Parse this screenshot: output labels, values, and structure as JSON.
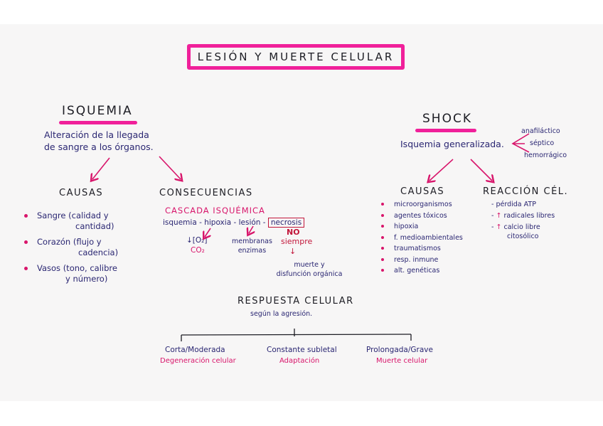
{
  "title": "LESIÓN Y MUERTE CELULAR",
  "colors": {
    "highlight": "#f0209a",
    "ink_blue": "#2a2672",
    "ink_pink": "#d8156b",
    "ink_black": "#1d1d24",
    "ink_red": "#c2163a"
  },
  "isquemia": {
    "heading": "ISQUEMIA",
    "definition_line1": "Alteración de la llegada",
    "definition_line2": "de sangre a los órganos.",
    "causas": {
      "heading": "CAUSAS",
      "items": [
        {
          "line1": "Sangre (calidad y",
          "line2": "cantidad)"
        },
        {
          "line1": "Corazón (flujo y",
          "line2": "cadencia)"
        },
        {
          "line1": "Vasos (tono, calibre",
          "line2": "y número)"
        }
      ]
    },
    "consecuencias": {
      "heading": "CONSECUENCIAS",
      "cascada_title": "CASCADA ISQUÉMICA",
      "chain": {
        "step1": "isquemia",
        "step2": "hipoxia",
        "step3": "lesión",
        "step4": "necrosis",
        "sep": " - "
      },
      "o2_note": "↓[O₂]",
      "co2_note": "CO₂",
      "membranas": "membranas",
      "enzimas": "enzimas",
      "no": "NO",
      "siempre": "siempre",
      "down_arrow": "↓",
      "muerte_line1": "muerte y",
      "muerte_line2": "disfunción orgánica"
    }
  },
  "shock": {
    "heading": "SHOCK",
    "definition": "Isquemia generalizada.",
    "types": [
      "anafiláctico",
      "séptico",
      "hemorrágico"
    ],
    "causas": {
      "heading": "CAUSAS",
      "items": [
        "microorganismos",
        "agentes tóxicos",
        "hipoxia",
        "f. medioambientales",
        "traumatismos",
        "resp. inmune",
        "alt. genéticas"
      ]
    },
    "reaccion": {
      "heading": "REACCIÓN CÉL.",
      "items": [
        {
          "prefix": "-",
          "arrow": "",
          "text": "pérdida ATP"
        },
        {
          "prefix": "-",
          "arrow": "↑",
          "text": "radicales libres"
        },
        {
          "prefix": "-",
          "arrow": "↑",
          "text": "calcio libre"
        }
      ],
      "last_line2": "citosólico"
    }
  },
  "respuesta": {
    "heading": "RESPUESTA CELULAR",
    "subtitle": "según la agresión.",
    "branches": [
      {
        "condition": "Corta/Moderada",
        "result": "Degeneración celular"
      },
      {
        "condition": "Constante subletal",
        "result": "Adaptación"
      },
      {
        "condition": "Prolongada/Grave",
        "result": "Muerte celular"
      }
    ]
  }
}
